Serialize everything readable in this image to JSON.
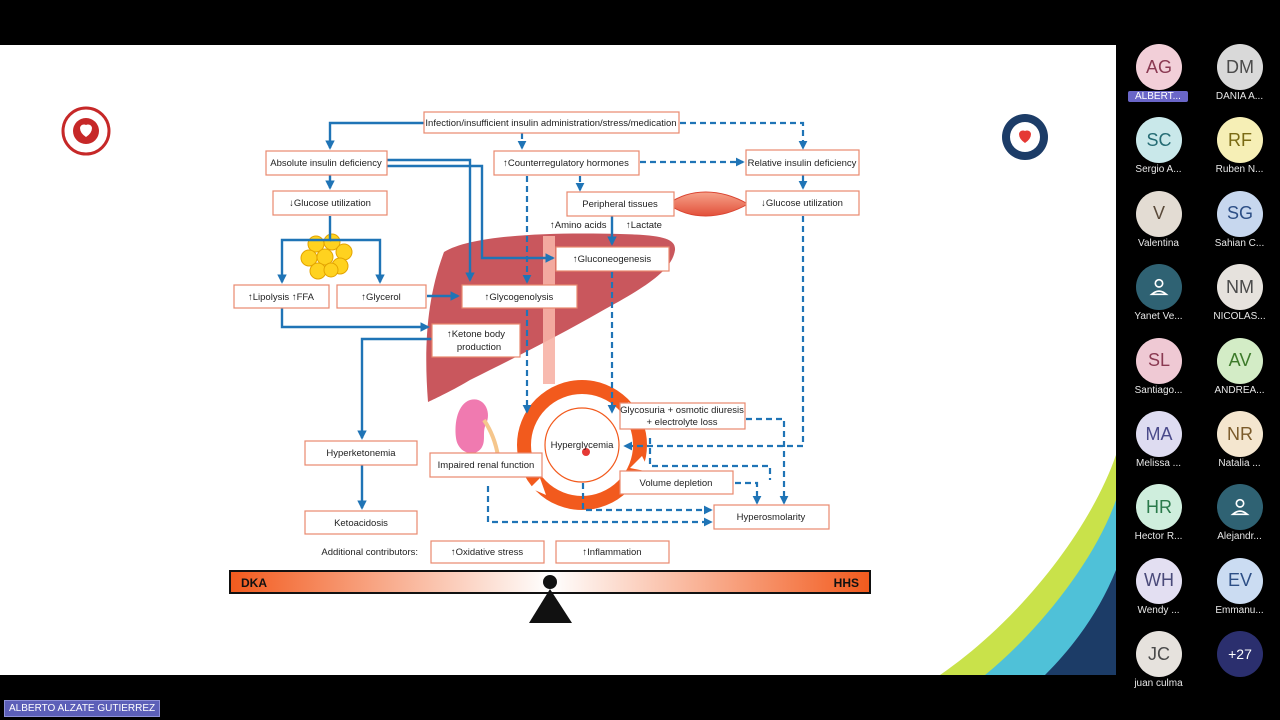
{
  "slide": {
    "labels": {
      "trigger": "Infection/insufficient insulin administration/stress/medication",
      "abs_def": "Absolute insulin deficiency",
      "counter": "↑Counterregulatory hormones",
      "rel_def": "Relative insulin deficiency",
      "gluc_util_left": "↓Glucose utilization",
      "periph": "Peripheral tissues",
      "gluc_util_right": "↓Glucose utilization",
      "amino": "↑Amino acids",
      "lactate": "↑Lactate",
      "gluconeo": "↑Gluconeogenesis",
      "lipolysis": "↑Lipolysis ↑FFA",
      "glycerol": "↑Glycerol",
      "glycogen": "↑Glycogenolysis",
      "ketone_1": "↑Ketone body",
      "ketone_2": "production",
      "glycosuria_1": "Glycosuria + osmotic diuresis",
      "glycosuria_2": "+ electrolyte loss",
      "hyperglycemia": "Hyperglycemia",
      "hyperketonemia": "Hyperketonemia",
      "renal": "Impaired renal function",
      "volume": "Volume depletion",
      "hyperosm": "Hyperosmolarity",
      "ketoacidosis": "Ketoacidosis",
      "additional": "Additional contributors:",
      "oxidative": "↑Oxidative stress",
      "inflammation": "↑Inflammation",
      "dka": "DKA",
      "hhs": "HHS"
    }
  },
  "participants": [
    {
      "initials": "AG",
      "name": "ALBERT...",
      "bg": "#f2cfd8",
      "fg": "#8a3a52",
      "active": true
    },
    {
      "initials": "DM",
      "name": "DANIA A...",
      "bg": "#d9d9d9",
      "fg": "#4a4a4a"
    },
    {
      "initials": "SC",
      "name": "Sergio A...",
      "bg": "#c9e8ea",
      "fg": "#256c74"
    },
    {
      "initials": "RF",
      "name": "Ruben N...",
      "bg": "#f6efb6",
      "fg": "#7a6a14"
    },
    {
      "initials": "V",
      "name": "Valentina",
      "bg": "#e3dcd3",
      "fg": "#5a4a3a"
    },
    {
      "initials": "SG",
      "name": "Sahian C...",
      "bg": "#c7d7ee",
      "fg": "#2d4f86"
    },
    {
      "initials": "",
      "name": "Yanet Ve...",
      "bg": "#2f6273",
      "fg": "#ffffff",
      "icon": "person-icon"
    },
    {
      "initials": "NM",
      "name": "NICOLAS...",
      "bg": "#e6e2dd",
      "fg": "#4a4a4a"
    },
    {
      "initials": "SL",
      "name": "Santiago...",
      "bg": "#efc9d4",
      "fg": "#8a3a52"
    },
    {
      "initials": "AV",
      "name": "ANDREA...",
      "bg": "#d3ecc6",
      "fg": "#3c7a2a"
    },
    {
      "initials": "MA",
      "name": "Melissa ...",
      "bg": "#dedcf1",
      "fg": "#4a4a8a"
    },
    {
      "initials": "NR",
      "name": "Natalia ...",
      "bg": "#f4e6cf",
      "fg": "#7a5a2a"
    },
    {
      "initials": "HR",
      "name": "Hector R...",
      "bg": "#cfeedd",
      "fg": "#2a7a4a"
    },
    {
      "initials": "",
      "name": "Alejandr...",
      "bg": "#2f6273",
      "fg": "#ffffff",
      "icon": "person-icon"
    },
    {
      "initials": "WH",
      "name": "Wendy ...",
      "bg": "#e3dff2",
      "fg": "#4a4a7a"
    },
    {
      "initials": "EV",
      "name": "Emmanu...",
      "bg": "#cbdcf2",
      "fg": "#2d4f86"
    },
    {
      "initials": "JC",
      "name": "juan culma",
      "bg": "#e6e2dd",
      "fg": "#4a4a4a"
    }
  ],
  "overflow_count": "+27",
  "presenter": "ALBERTO ALZATE GUTIERREZ"
}
